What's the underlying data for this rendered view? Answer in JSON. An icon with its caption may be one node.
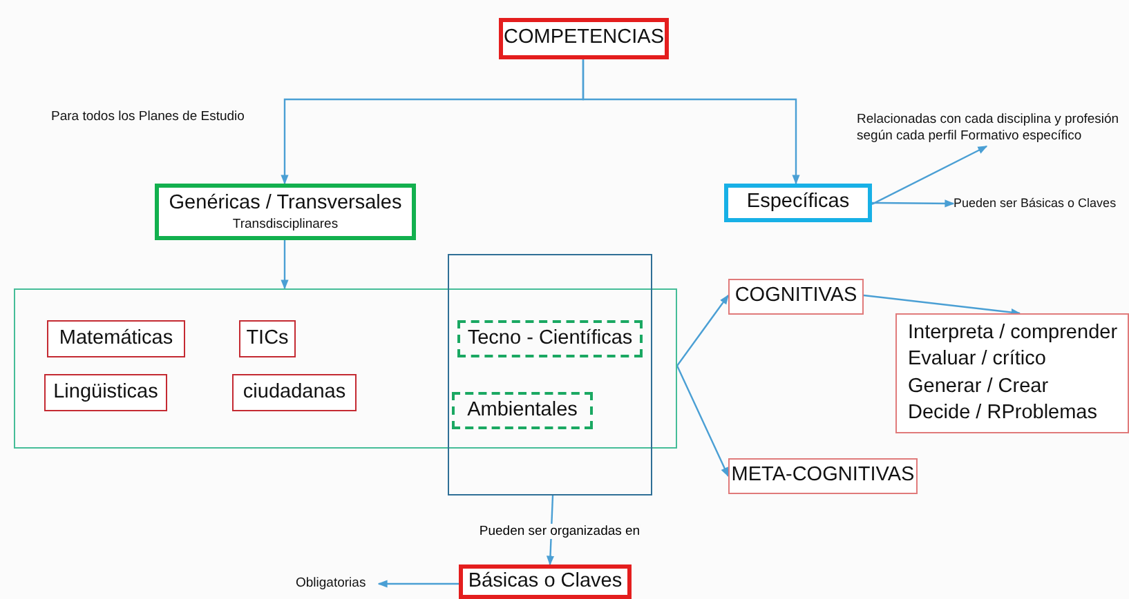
{
  "diagram": {
    "nodes": [
      {
        "text": [
          "COMPETENCIAS"
        ]
      },
      {
        "text": [
          "Genéricas / Transversales",
          "Transdisciplinares"
        ]
      },
      {
        "text": [
          "Específicas"
        ]
      },
      {
        "text": [],
        "shape": "box"
      },
      {
        "text": [],
        "shape": "box"
      },
      {
        "text": [
          "Matemáticas"
        ],
        "in": 3
      },
      {
        "text": [
          "TICs"
        ],
        "in": 3
      },
      {
        "text": [
          "Lingüisticas"
        ],
        "in": 3
      },
      {
        "text": [
          "ciudadanas"
        ],
        "in": 3
      },
      {
        "text": [
          "Tecno - Científicas"
        ]
      },
      {
        "text": [
          "Ambientales"
        ]
      },
      {
        "text": [
          "COGNITIVAS"
        ]
      },
      {
        "text": [
          "Interpreta / comprender",
          "Evaluar / crítico",
          "Generar / Crear",
          "Decide / RProblemas"
        ]
      },
      {
        "text": [
          "META-COGNITIVAS"
        ]
      },
      {
        "text": [
          "Básicas o Claves"
        ]
      },
      {
        "text": [
          "Relacionadas con cada disciplina y profesión según cada perfil Formativo específico"
        ]
      },
      {
        "text": [
          "Pueden ser Básicas o Claves"
        ]
      },
      {
        "text": [
          "Obligatorias"
        ]
      }
    ],
    "edges": [
      {
        "from": 0,
        "to": 1,
        "arrow": "to"
      },
      {
        "from": 0,
        "to": 2,
        "arrow": "to"
      },
      {
        "from": 1,
        "to": 3,
        "arrow": "to"
      },
      {
        "from": 2,
        "to": 15,
        "arrow": "to"
      },
      {
        "from": 2,
        "to": 16,
        "arrow": "to"
      },
      {
        "from": 3,
        "to": 11,
        "arrow": "to"
      },
      {
        "from": 3,
        "to": 13,
        "arrow": "to"
      },
      {
        "from": 11,
        "to": 12,
        "arrow": "to"
      },
      {
        "from": 4,
        "to": 14,
        "label": "Pueden ser organizadas en",
        "arrow": "to"
      },
      {
        "from": 14,
        "to": 17,
        "arrow": "to"
      }
    ],
    "labels": [
      "Para todos los Planes de Estudio"
    ]
  }
}
